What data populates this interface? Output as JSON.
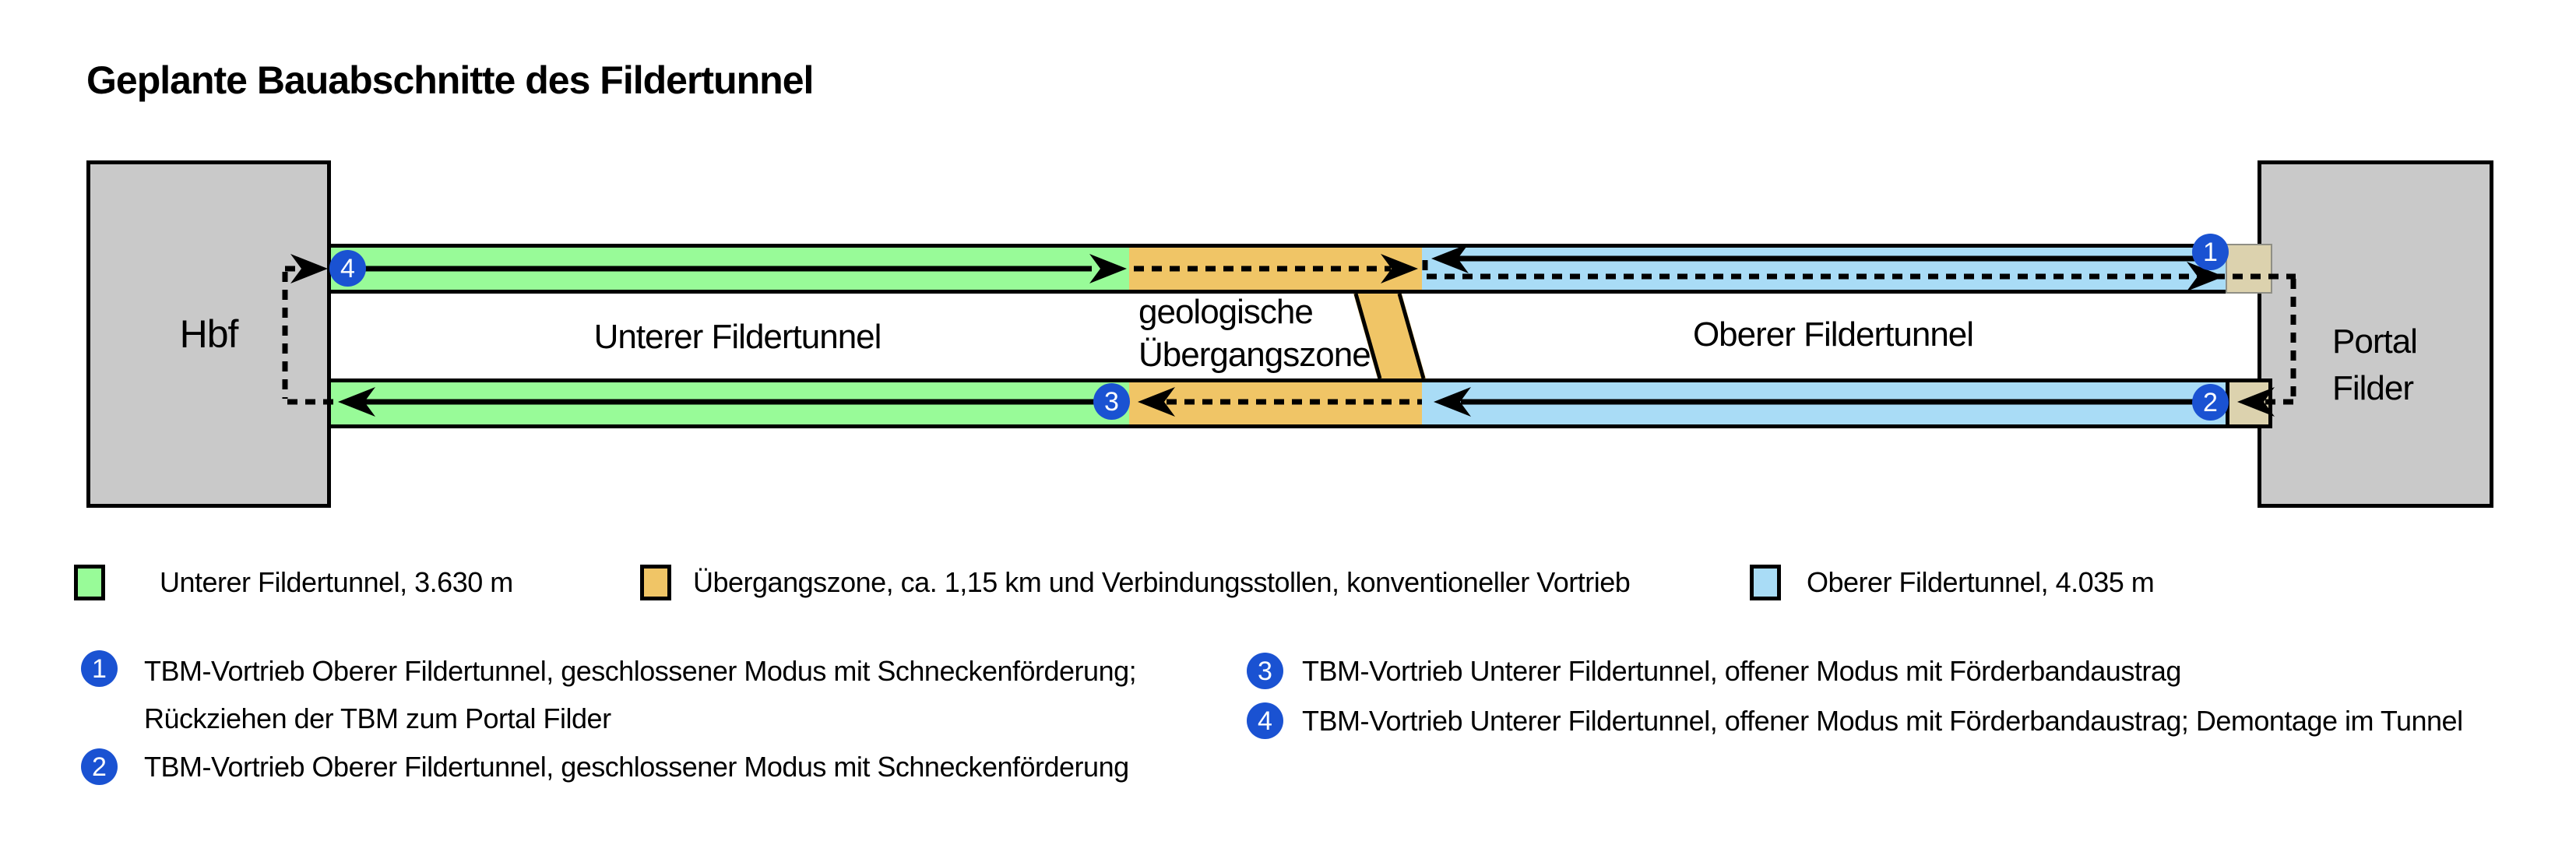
{
  "title": "Geplante Bauabschnitte des Fildertunnel",
  "diagram": {
    "stations": {
      "left": "Hbf",
      "right_line1": "Portal",
      "right_line2": "Filder"
    },
    "labels": {
      "lower_tunnel": "Unterer Fildertunnel",
      "transition_line1": "geologische",
      "transition_line2": "Übergangszone",
      "upper_tunnel": "Oberer Fildertunnel"
    },
    "markers": {
      "m1": "1",
      "m2": "2",
      "m3": "3",
      "m4": "4"
    }
  },
  "colors": {
    "lower_tunnel_green": "#98fb98",
    "transition_orange": "#f0c566",
    "upper_tunnel_blue": "#a9dcf6",
    "launch_box_beige": "#dcd2ae",
    "station_gray": "#c9c9c9",
    "marker_blue": "#1a52d2"
  },
  "legend": [
    {
      "swatch_color": "#98fb98",
      "label": "Unterer Fildertunnel, 3.630 m"
    },
    {
      "swatch_color": "#f0c566",
      "label": "Übergangszone, ca. 1,15 km und Verbindungsstollen, konventioneller Vortrieb"
    },
    {
      "swatch_color": "#a9dcf6",
      "label": "Oberer Fildertunnel, 4.035 m"
    }
  ],
  "steps": [
    {
      "num": "1",
      "text": "TBM-Vortrieb Oberer Fildertunnel, geschlossener Modus mit Schneckenförderung;",
      "text2": "Rückziehen der TBM zum Portal Filder"
    },
    {
      "num": "2",
      "text": "TBM-Vortrieb Oberer Fildertunnel, geschlossener Modus mit Schneckenförderung"
    },
    {
      "num": "3",
      "text": "TBM-Vortrieb Unterer Fildertunnel, offener Modus mit Förderbandaustrag"
    },
    {
      "num": "4",
      "text": "TBM-Vortrieb Unterer Fildertunnel, offener Modus mit Förderbandaustrag; Demontage im Tunnel"
    }
  ]
}
